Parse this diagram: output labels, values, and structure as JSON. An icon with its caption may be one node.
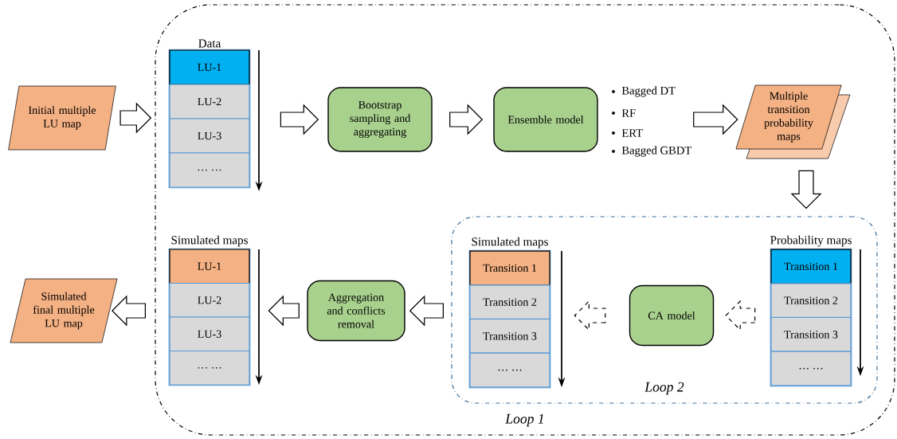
{
  "diagram": {
    "nodes": [
      {
        "text": [
          "Loop 1"
        ]
      },
      {
        "text": [
          "Initial multiple LU map"
        ]
      },
      {
        "text": [
          "Data"
        ],
        "in": 0
      },
      {
        "text": [
          "LU-1"
        ],
        "in": 2
      },
      {
        "text": [
          "LU-2"
        ],
        "in": 2
      },
      {
        "text": [
          "LU-3"
        ],
        "in": 2
      },
      {
        "text": [
          "… …"
        ],
        "in": 2
      },
      {
        "text": [
          "Bootstrap sampling and aggregating"
        ],
        "in": 0
      },
      {
        "text": [
          "Ensemble model"
        ],
        "in": 0,
        "beside": [
          "Bagged DT",
          "RF",
          "ERT",
          "Bagged GBDT"
        ]
      },
      {
        "text": [
          "Multiple transition probability maps"
        ],
        "in": 0
      },
      {
        "text": [
          "Loop 2"
        ],
        "in": 0
      },
      {
        "text": [
          "Simulated maps"
        ],
        "in": 10
      },
      {
        "text": [
          "Transition 1"
        ],
        "in": 11
      },
      {
        "text": [
          "Transition 2"
        ],
        "in": 11
      },
      {
        "text": [
          "Transition 3"
        ],
        "in": 11
      },
      {
        "text": [
          "… …"
        ],
        "in": 11
      },
      {
        "text": [
          "CA model"
        ],
        "in": 10
      },
      {
        "text": [
          "Probability maps"
        ],
        "in": 10
      },
      {
        "text": [
          "Transition 1"
        ],
        "in": 17
      },
      {
        "text": [
          "Transition 2"
        ],
        "in": 17
      },
      {
        "text": [
          "Transition 3"
        ],
        "in": 17
      },
      {
        "text": [
          "… …"
        ],
        "in": 17
      },
      {
        "text": [
          "Aggregation and conflicts removal"
        ],
        "in": 0
      },
      {
        "text": [
          "Simulated maps"
        ],
        "in": 0
      },
      {
        "text": [
          "LU-1"
        ],
        "in": 23
      },
      {
        "text": [
          "LU-2"
        ],
        "in": 23
      },
      {
        "text": [
          "LU-3"
        ],
        "in": 23
      },
      {
        "text": [
          "… …"
        ],
        "in": 23
      },
      {
        "text": [
          "Simulated final multiple LU map"
        ]
      }
    ],
    "edges": [
      {
        "from": 1,
        "to": 0,
        "arrow": "to"
      },
      {
        "from": 2,
        "to": 7,
        "arrow": "to"
      },
      {
        "from": 7,
        "to": 8,
        "arrow": "to"
      },
      {
        "from": 8,
        "to": 9,
        "arrow": "to"
      },
      {
        "from": 9,
        "to": 10,
        "arrow": "to"
      },
      {
        "from": 17,
        "to": 16,
        "arrow": "to",
        "style": "dashed"
      },
      {
        "from": 16,
        "to": 11,
        "arrow": "to",
        "style": "dashed"
      },
      {
        "from": 10,
        "to": 22,
        "arrow": "to"
      },
      {
        "from": 22,
        "to": 23,
        "arrow": "to"
      },
      {
        "from": 0,
        "to": 28,
        "arrow": "to"
      }
    ]
  }
}
